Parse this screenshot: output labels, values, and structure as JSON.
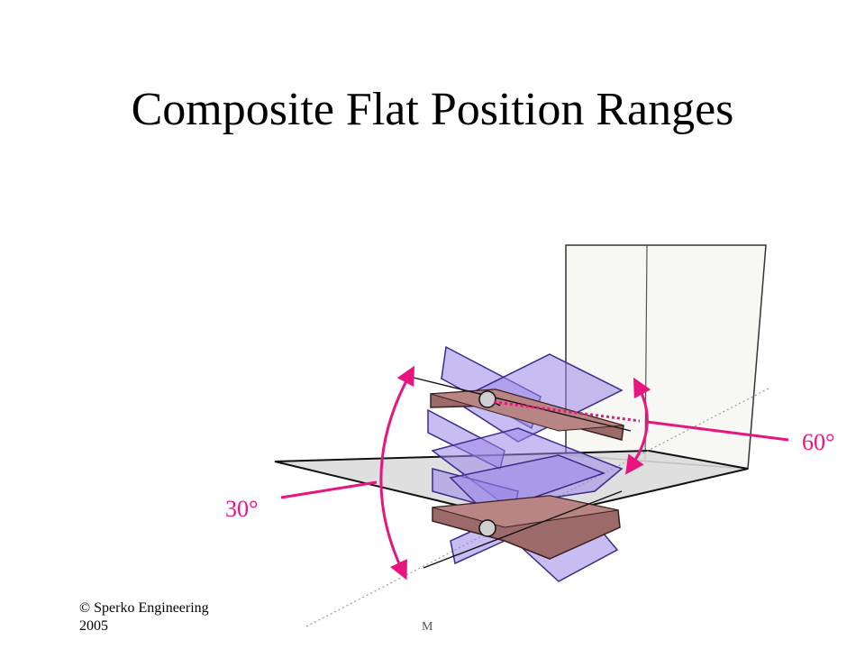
{
  "slide": {
    "title": "Composite Flat Position Ranges",
    "angle_small": "30°",
    "angle_large": "60°",
    "footer_line1": "© Sperko Engineering",
    "footer_line2": "2005",
    "footer_mark": "M"
  },
  "colors": {
    "accent": "#e8157f",
    "purple_fill": "#9b86e8",
    "purple_stroke": "#3b2a8c",
    "brown_fill": "#9c6a6a",
    "brown_stroke": "#3a2020",
    "plate_fill": "#d9d9d9",
    "wall_fill": "#f7f7f4"
  },
  "icons": {
    "arc_arrow": "double-headed-arc-arrow",
    "pivot": "pivot-circle"
  }
}
